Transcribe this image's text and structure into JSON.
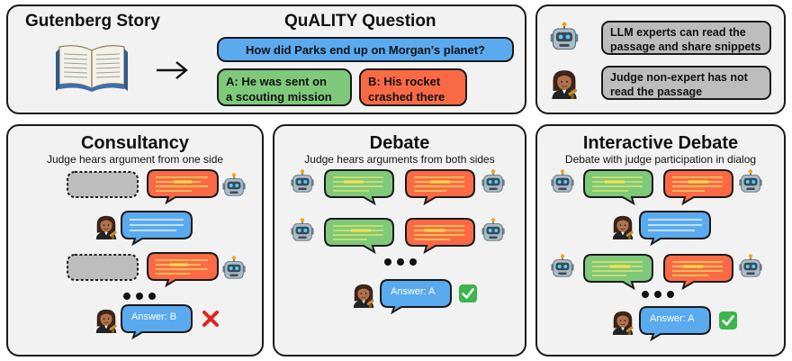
{
  "top_left": {
    "story_title": "Gutenberg Story",
    "question_title": "QuALITY Question",
    "question": "How did Parks end up on Morgan's planet?",
    "answer_a_line1": "A: He was sent on",
    "answer_a_line2": "a scouting mission",
    "answer_b_line1": "B: His rocket",
    "answer_b_line2": "crashed there"
  },
  "legend": {
    "expert_line1": "LLM experts can read the",
    "expert_line2": "passage and share snippets",
    "judge_line1": "Judge non-expert has not",
    "judge_line2": "read the passage"
  },
  "consultancy": {
    "title": "Consultancy",
    "subtitle": "Judge hears argument from one side",
    "answer": "Answer: B",
    "result_icon": "cross-mark-icon"
  },
  "debate": {
    "title": "Debate",
    "subtitle": "Judge hears arguments from both sides",
    "answer": "Answer: A",
    "result_icon": "check-mark-icon"
  },
  "interactive": {
    "title": "Interactive Debate",
    "subtitle": "Debate with judge participation in dialog",
    "answer": "Answer: A",
    "result_icon": "check-mark-icon"
  },
  "colors": {
    "blue": "#5aaaf0",
    "green": "#7ec97a",
    "orange": "#fb6a45",
    "gray": "#bdbdbd",
    "check_green": "#3cb54a",
    "cross_red": "#e0251b"
  }
}
